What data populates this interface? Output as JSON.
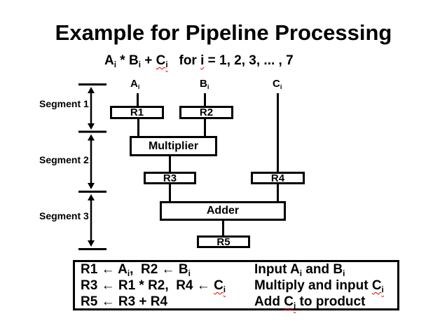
{
  "title": "Example for Pipeline Processing",
  "subtitle": {
    "segments": [
      {
        "t": "A"
      },
      {
        "t": "i",
        "sub": true
      },
      {
        "t": " * B"
      },
      {
        "t": "i",
        "sub": true
      },
      {
        "t": " + "
      },
      {
        "t": "C",
        "wavy": true
      },
      {
        "t": "i",
        "sub": true,
        "wavy": true
      },
      {
        "t": "   for "
      },
      {
        "t": "i",
        "wavy": true
      },
      {
        "t": " = 1, 2, 3, ... , 7"
      }
    ]
  },
  "segment_labels": [
    {
      "label": "Segment 1"
    },
    {
      "label": "Segment 2"
    },
    {
      "label": "Segment 3"
    }
  ],
  "diagram": {
    "inputs": [
      {
        "base": "A",
        "sub": "i"
      },
      {
        "base": "B",
        "sub": "i"
      },
      {
        "base": "C",
        "sub": "i"
      }
    ],
    "boxes": {
      "r1": "R1",
      "r2": "R2",
      "multiplier": "Multiplier",
      "r3": "R3",
      "r4": "R4",
      "adder": "Adder",
      "r5": "R5"
    }
  },
  "table": {
    "rows": [
      {
        "ops": [
          {
            "t": "R1 ← A"
          },
          {
            "t": "i",
            "sub": true
          },
          {
            "t": ",  R2 ← B"
          },
          {
            "t": "i",
            "sub": true
          }
        ],
        "desc": [
          {
            "t": "Input A"
          },
          {
            "t": "i",
            "sub": true
          },
          {
            "t": " and B"
          },
          {
            "t": "i",
            "sub": true
          }
        ]
      },
      {
        "ops": [
          {
            "t": "R3 ← R1 * R2,  R4 ← "
          },
          {
            "t": "C",
            "wavy": true
          },
          {
            "t": "i",
            "sub": true,
            "wavy": true
          }
        ],
        "desc": [
          {
            "t": "Multiply and input "
          },
          {
            "t": "C",
            "wavy": true
          },
          {
            "t": "i",
            "sub": true,
            "wavy": true
          }
        ]
      },
      {
        "ops": [
          {
            "t": "R5 ← R3 + R4"
          }
        ],
        "desc": [
          {
            "t": "Add "
          },
          {
            "t": "C",
            "wavy": true
          },
          {
            "t": "i",
            "sub": true,
            "wavy": true
          },
          {
            "t": " to product"
          }
        ]
      }
    ]
  },
  "colors": {
    "text": "#000000",
    "line": "#000000",
    "squiggle": "#dd0000",
    "background": "#ffffff"
  }
}
